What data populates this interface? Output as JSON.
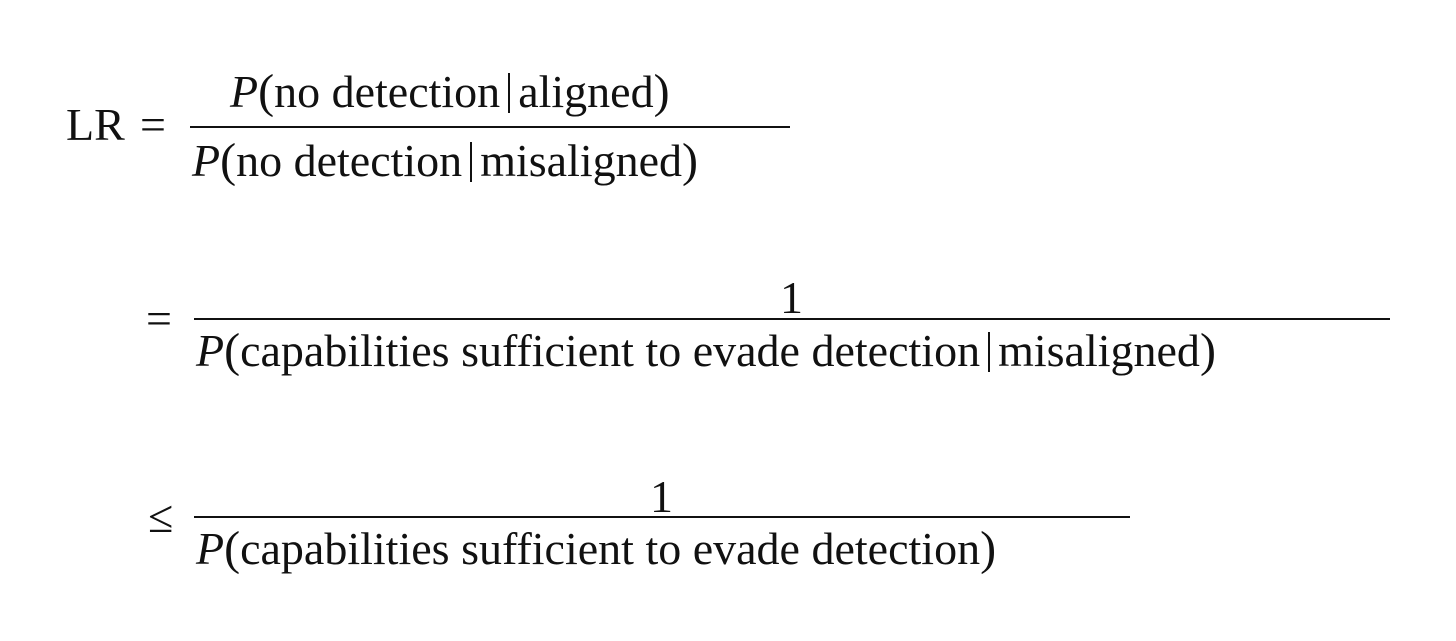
{
  "equation": {
    "line1": {
      "lhs": "LR",
      "relation": "=",
      "numerator": {
        "prob_symbol": "P",
        "event": "no detection",
        "condition": "aligned"
      },
      "denominator": {
        "prob_symbol": "P",
        "event": "no detection",
        "condition": "misaligned"
      }
    },
    "line2": {
      "relation": "=",
      "numerator": "1",
      "denominator": {
        "prob_symbol": "P",
        "event": "capabilities sufficient to evade detection",
        "condition": "misaligned"
      }
    },
    "line3": {
      "relation": "≤",
      "numerator": "1",
      "denominator": {
        "prob_symbol": "P",
        "event": "capabilities sufficient to evade detection"
      }
    }
  }
}
